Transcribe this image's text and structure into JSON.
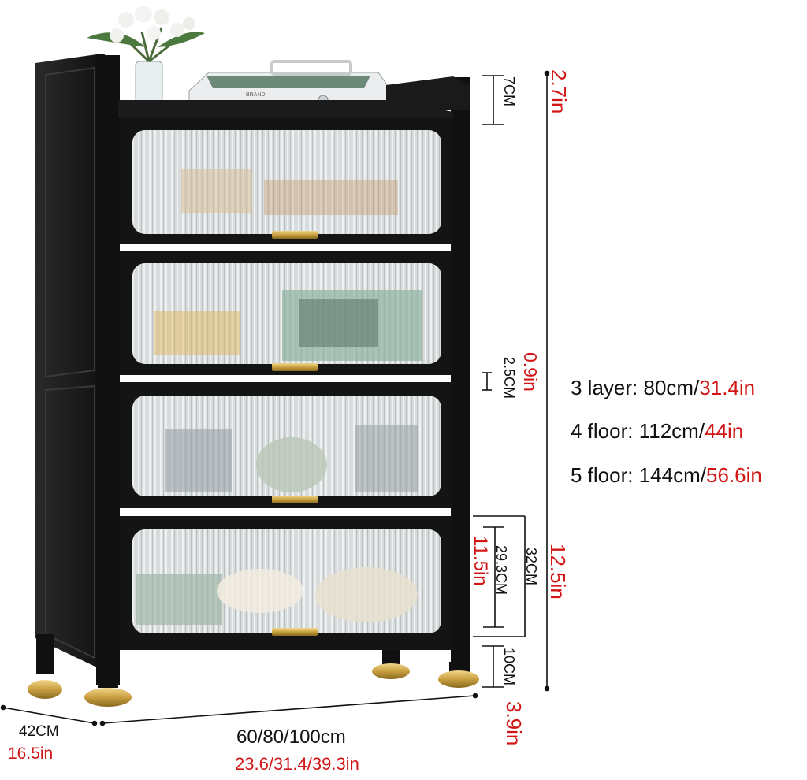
{
  "dimensions": {
    "top_height_cm": "7CM",
    "top_height_in": "2.7in",
    "gap_cm": "2.5CM",
    "gap_in": "0.9in",
    "shelf_outer_cm": "32CM",
    "shelf_inner_cm": "29.3CM",
    "shelf_in": "11.5in",
    "total_in": "12.5in",
    "leg_cm": "10CM",
    "leg_in": "3.9in",
    "depth_cm": "42CM",
    "depth_in": "16.5in",
    "width_cm": "60/80/100cm",
    "width_in": "23.6/31.4/39.3in"
  },
  "specs": [
    {
      "label": "3 layer: 80cm/",
      "value_in": "31.4in"
    },
    {
      "label": "4 floor: 112cm/",
      "value_in": "44in"
    },
    {
      "label": "5 floor: 144cm/",
      "value_in": "56.6in"
    }
  ],
  "colors": {
    "frame": "#141414",
    "accent_red": "#d21414",
    "gold": "#c9a040",
    "glass": "#cfd3d3"
  },
  "product": {
    "top_appliance_brand": "BRAND"
  }
}
